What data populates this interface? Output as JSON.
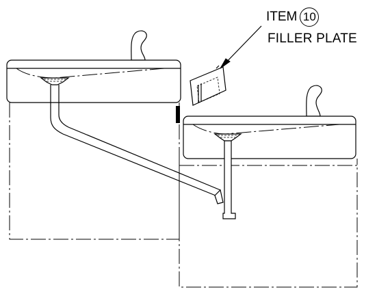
{
  "callout": {
    "item_label": "ITEM",
    "item_number": "10",
    "part_name": "FILLER PLATE"
  },
  "colors": {
    "line": "#000000",
    "background": "#ffffff"
  }
}
